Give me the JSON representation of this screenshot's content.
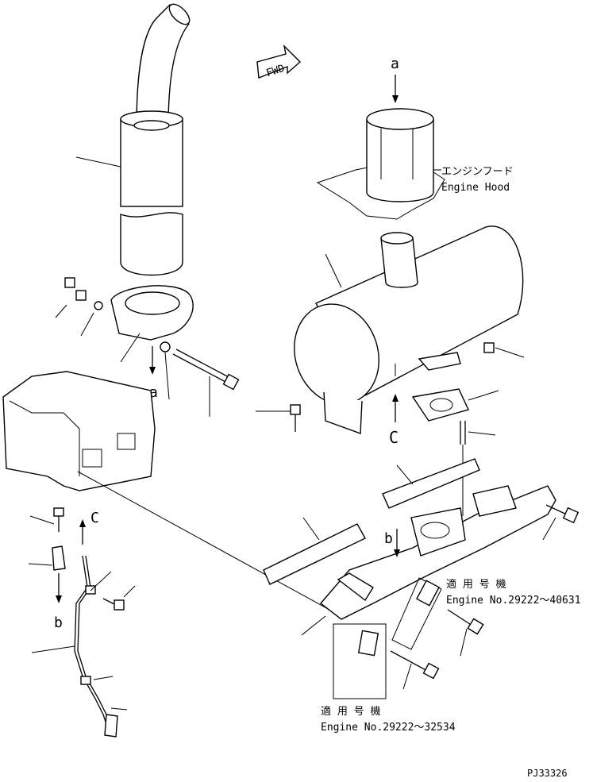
{
  "direction_label": "FWD",
  "view_markers": {
    "a_top": "a",
    "a_bottom": "a",
    "b_upper": "b",
    "b_lower": "b",
    "c_upper": "C",
    "c_lower": "C"
  },
  "engine_hood_label": {
    "japanese": "エンジンフード",
    "english": "Engine Hood"
  },
  "applicability_notes": [
    {
      "japanese": "適 用 号 機",
      "english": "Engine No.29222～40631"
    },
    {
      "japanese": "適 用 号 機",
      "english": "Engine No.29222～32534"
    }
  ],
  "drawing_code": "PJ33326"
}
